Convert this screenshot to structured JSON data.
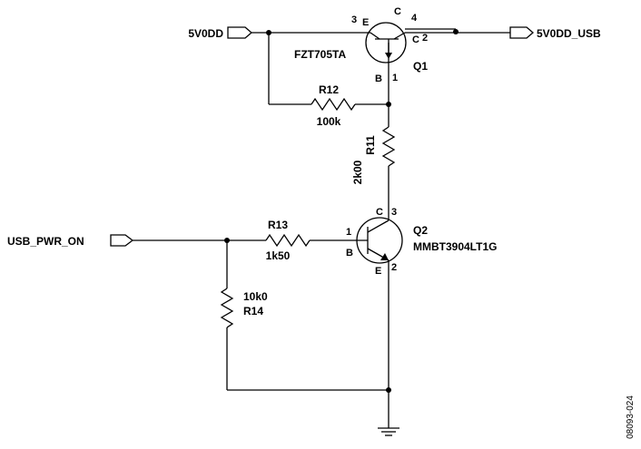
{
  "nets": {
    "in_5v": "5V0DD",
    "out_usb": "5V0DD_USB",
    "usb_pwr_on": "USB_PWR_ON"
  },
  "q1": {
    "ref": "Q1",
    "part": "FZT705TA",
    "pin_e_num": "3",
    "pin_e": "E",
    "pin_c": "C",
    "pin_c_tab": "4",
    "pin_c_num": "2",
    "pin_b": "B",
    "pin_b_num": "1"
  },
  "q2": {
    "ref": "Q2",
    "part": "MMBT3904LT1G",
    "pin_c": "C",
    "pin_c_num": "3",
    "pin_b_num": "1",
    "pin_b": "B",
    "pin_e": "E",
    "pin_e_num": "2"
  },
  "r12": {
    "ref": "R12",
    "value": "100k"
  },
  "r11": {
    "ref": "R11",
    "value": "2k00"
  },
  "r13": {
    "ref": "R13",
    "value": "1k50"
  },
  "r14": {
    "ref": "R14",
    "value": "10k0"
  },
  "figure_id": "08093-024"
}
